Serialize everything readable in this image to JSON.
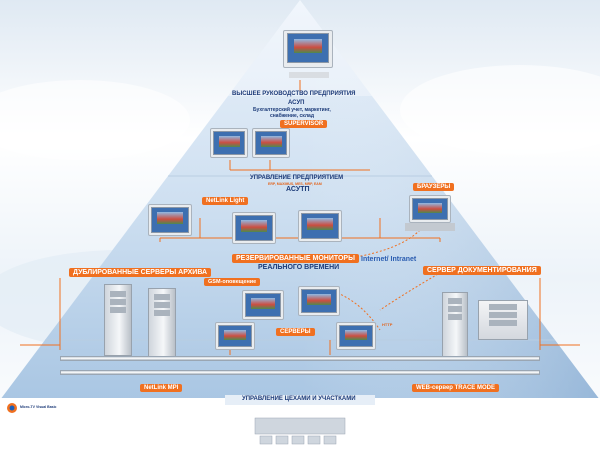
{
  "top": {
    "heading": "ВЫСШЕЕ РУКОВОДСТВО ПРЕДПРИЯТИЯ",
    "asup": "АСУП",
    "asup_desc_1": "Бухгалтерский учет, маркетинг,",
    "asup_desc_2": "снабжение, склад",
    "supervisor": "SUPERVISOR"
  },
  "middle": {
    "heading": "УПРАВЛЕНИЕ ПРЕДПРИЯТИЕМ",
    "subheading": "ERP, MAXIMUS, MES, MRP, EAM",
    "asutp": "АСУТП",
    "browsers": "БРАУЗЕРЫ",
    "netlink_light": "NetLink Light",
    "monitors_1": "РЕЗЕРВИРОВАННЫЕ МОНИТОРЫ",
    "monitors_2": "РЕАЛЬНОГО ВРЕМЕНИ",
    "internet": "Internet/ Intranet",
    "archive_servers": "ДУБЛИРОВАННЫЕ СЕРВЕРЫ АРХИВА",
    "doc_server": "СЕРВЕР ДОКУМЕНТИРОВАНИЯ",
    "gsm": "GSM-оповещение",
    "servers": "СЕРВЕРЫ",
    "http": "HTTP"
  },
  "bottom": {
    "netlink_mpi": "NetLink MPI",
    "web_server": "WEB-сервер TRACE MODE",
    "workshops": "УПРАВЛЕНИЕ ЦЕХАМИ И УЧАСТКАМИ",
    "logo": "Micro-TV Visual Basic"
  },
  "colors": {
    "navy": "#1c3a78",
    "orange": "#f07020",
    "sky": "#dfe9f3"
  }
}
